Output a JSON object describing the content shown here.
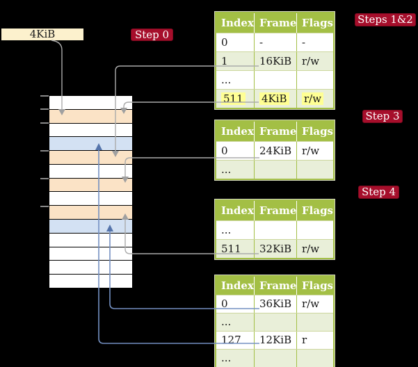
{
  "frame_box": {
    "label": "4KiB"
  },
  "step_labels": {
    "step0": "Step 0",
    "steps12": "Steps 1&2",
    "step3": "Step 3",
    "step4": "Step 4"
  },
  "tables": [
    {
      "name": "page-table-steps-1-2",
      "headers": [
        "Index",
        "Frame",
        "Flags"
      ],
      "rows": [
        [
          "0",
          "-",
          "-"
        ],
        [
          "1",
          "16KiB",
          "r/w"
        ],
        [
          "...",
          "",
          ""
        ],
        [
          "511",
          "4KiB",
          "r/w"
        ]
      ],
      "highlight_row": 3
    },
    {
      "name": "page-table-step-3",
      "headers": [
        "Index",
        "Frame",
        "Flags"
      ],
      "rows": [
        [
          "0",
          "24KiB",
          "r/w"
        ],
        [
          "...",
          "",
          ""
        ]
      ],
      "highlight_row": null
    },
    {
      "name": "page-table-step-4",
      "headers": [
        "Index",
        "Frame",
        "Flags"
      ],
      "rows": [
        [
          "...",
          "",
          ""
        ],
        [
          "511",
          "32KiB",
          "r/w"
        ]
      ],
      "highlight_row": null
    },
    {
      "name": "page-table-final",
      "headers": [
        "Index",
        "Frame",
        "Flags"
      ],
      "rows": [
        [
          "0",
          "36KiB",
          "r/w"
        ],
        [
          "...",
          "",
          ""
        ],
        [
          "127",
          "12KiB",
          "r"
        ],
        [
          "...",
          "",
          ""
        ]
      ],
      "highlight_row": null
    }
  ],
  "memory_column": {
    "rows": [
      "white",
      "orange",
      "white",
      "blue",
      "orange",
      "white",
      "orange",
      "white",
      "orange",
      "blue",
      "white",
      "white",
      "white",
      "white"
    ]
  },
  "connectors": [
    {
      "id": "g1",
      "from": "frame-box-4kib",
      "to": "memory-row-2",
      "color": "gray"
    },
    {
      "id": "g2",
      "from": "table-1-entry-1-16kib",
      "to": "memory-row-5",
      "color": "gray"
    },
    {
      "id": "g3",
      "from": "table-1-entry-511-4kib",
      "to": "memory-row-2",
      "color": "gray"
    },
    {
      "id": "g4",
      "from": "table-2-entry-0-24kib",
      "to": "memory-row-7",
      "color": "gray"
    },
    {
      "id": "g5",
      "from": "table-3-entry-511-32kib",
      "to": "memory-row-9",
      "color": "gray"
    },
    {
      "id": "b1",
      "from": "table-4-entry-0-36kib",
      "to": "memory-row-10",
      "color": "blue"
    },
    {
      "id": "b2",
      "from": "table-4-entry-127-12kib",
      "to": "memory-row-4",
      "color": "blue"
    }
  ],
  "colors": {
    "background": "#000000",
    "table_green": "#a3bf45",
    "table_row_bg": "#ffffff",
    "table_row_alt_bg": "#e9efd9",
    "highlight_yellow": "#ffff94",
    "label_bg": "#a60e2b",
    "label_text": "#ffffff",
    "frame_box_bg": "#fcf1cd",
    "mem_white": "#ffffff",
    "mem_orange": "#fbe3c6",
    "mem_blue": "#d3e1f3",
    "gray_line": "#ababab",
    "gray_arrow": "#a0a0a0",
    "blue_line": "#7490c2",
    "blue_arrow": "#5574ab",
    "tick_color": "#8a8a8a"
  }
}
